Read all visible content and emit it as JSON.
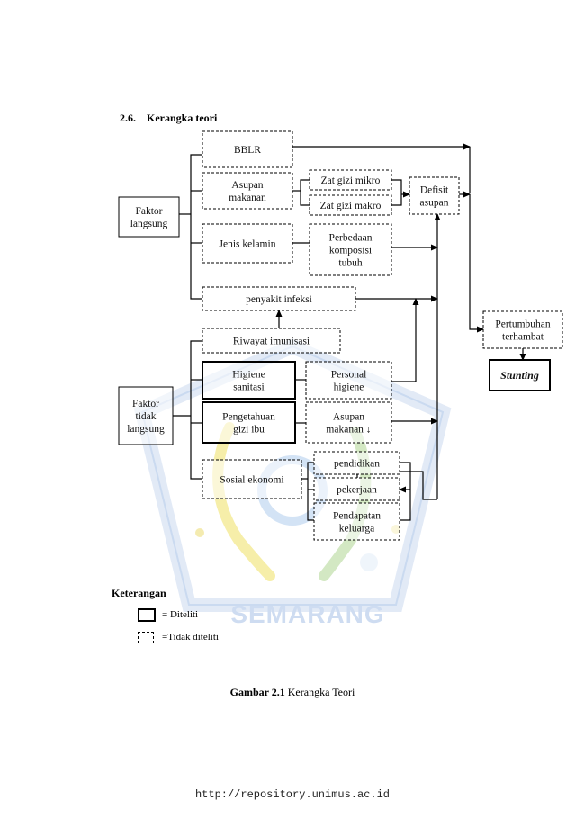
{
  "section": {
    "number": "2.6.",
    "title": "Kerangka teori"
  },
  "boxes": {
    "bblr": [
      "BBLR"
    ],
    "asupan_makanan": [
      "Asupan",
      "makanan"
    ],
    "zat_mikro": [
      "Zat gizi mikro"
    ],
    "zat_makro": [
      "Zat gizi makro"
    ],
    "defisit": [
      "Defisit",
      "asupan"
    ],
    "faktor_langsung": [
      "Faktor",
      "langsung"
    ],
    "jenis_kelamin": [
      "Jenis kelamin"
    ],
    "perbedaan": [
      "Perbedaan",
      "komposisi",
      "tubuh"
    ],
    "infeksi": [
      "penyakit infeksi"
    ],
    "imunisasi": [
      "Riwayat imunisasi"
    ],
    "higiene_sanitasi": [
      "Higiene",
      "sanitasi"
    ],
    "personal_higiene": [
      "Personal",
      "higiene"
    ],
    "faktor_tidak": [
      "Faktor",
      "tidak",
      "langsung"
    ],
    "pengetahuan": [
      "Pengetahuan",
      "gizi ibu"
    ],
    "asupan2": [
      "Asupan",
      "makanan ↓"
    ],
    "sosial": [
      "Sosial ekonomi"
    ],
    "pendidikan": [
      "pendidikan"
    ],
    "pekerjaan": [
      "pekerjaan"
    ],
    "pendapatan": [
      "Pendapatan",
      "keluarga"
    ],
    "pertumbuhan": [
      "Pertumbuhan",
      "terhambat"
    ],
    "stunting": [
      "Stunting"
    ]
  },
  "legend": {
    "title": "Keterangan",
    "solid": "= Diteliti",
    "dashed": "=Tidak diteliti"
  },
  "caption": {
    "label": "Gambar 2.1",
    "text": " Kerangka Teori"
  },
  "watermark": {
    "text": "SEMARANG",
    "color": "#3b7bd4",
    "yellow": "#f2e04a",
    "green": "#5aa83c"
  },
  "footer": "http://repository.unimus.ac.id"
}
